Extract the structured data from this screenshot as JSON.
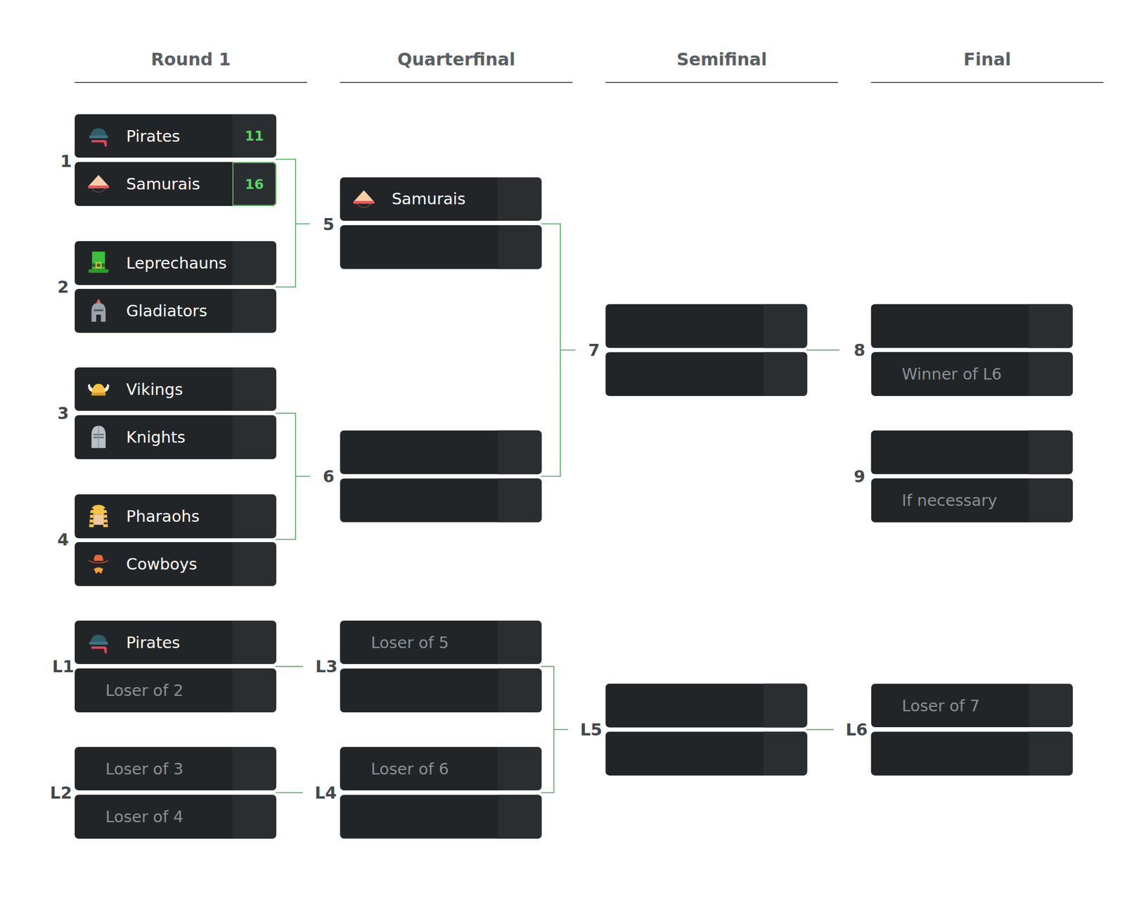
{
  "diagram": {
    "nodes": [
      {
        "text": [
          "Pirates",
          "11"
        ]
      },
      {
        "text": [
          "Samurais",
          "16"
        ]
      },
      {
        "text": [
          "Leprechauns"
        ]
      },
      {
        "text": [
          "Gladiators"
        ]
      },
      {
        "text": [
          "Vikings"
        ]
      },
      {
        "text": [
          "Knights"
        ]
      },
      {
        "text": [
          "Pharaohs"
        ]
      },
      {
        "text": [
          "Cowboys"
        ]
      },
      {
        "text": [
          "Pirates"
        ]
      },
      {
        "text": [
          "Loser of 2"
        ]
      },
      {
        "text": [
          "Loser of 3"
        ]
      },
      {
        "text": [
          "Loser of 4"
        ]
      },
      {
        "text": [
          "Samurais"
        ]
      },
      {
        "text": [
          "Loser of 5"
        ]
      },
      {
        "text": [
          "Loser of 6"
        ]
      },
      {
        "text": [
          "Winner of L6"
        ]
      },
      {
        "text": [
          "If necessary"
        ]
      },
      {
        "text": [
          "Loser of 7"
        ]
      }
    ],
    "labels": [
      "Round 1",
      "Quarterfinal",
      "Semifinal",
      "Final",
      "1",
      "2",
      "3",
      "4",
      "L1",
      "L2",
      "5",
      "6",
      "L3",
      "L4",
      "7",
      "L5",
      "8",
      "9",
      "L6"
    ]
  }
}
